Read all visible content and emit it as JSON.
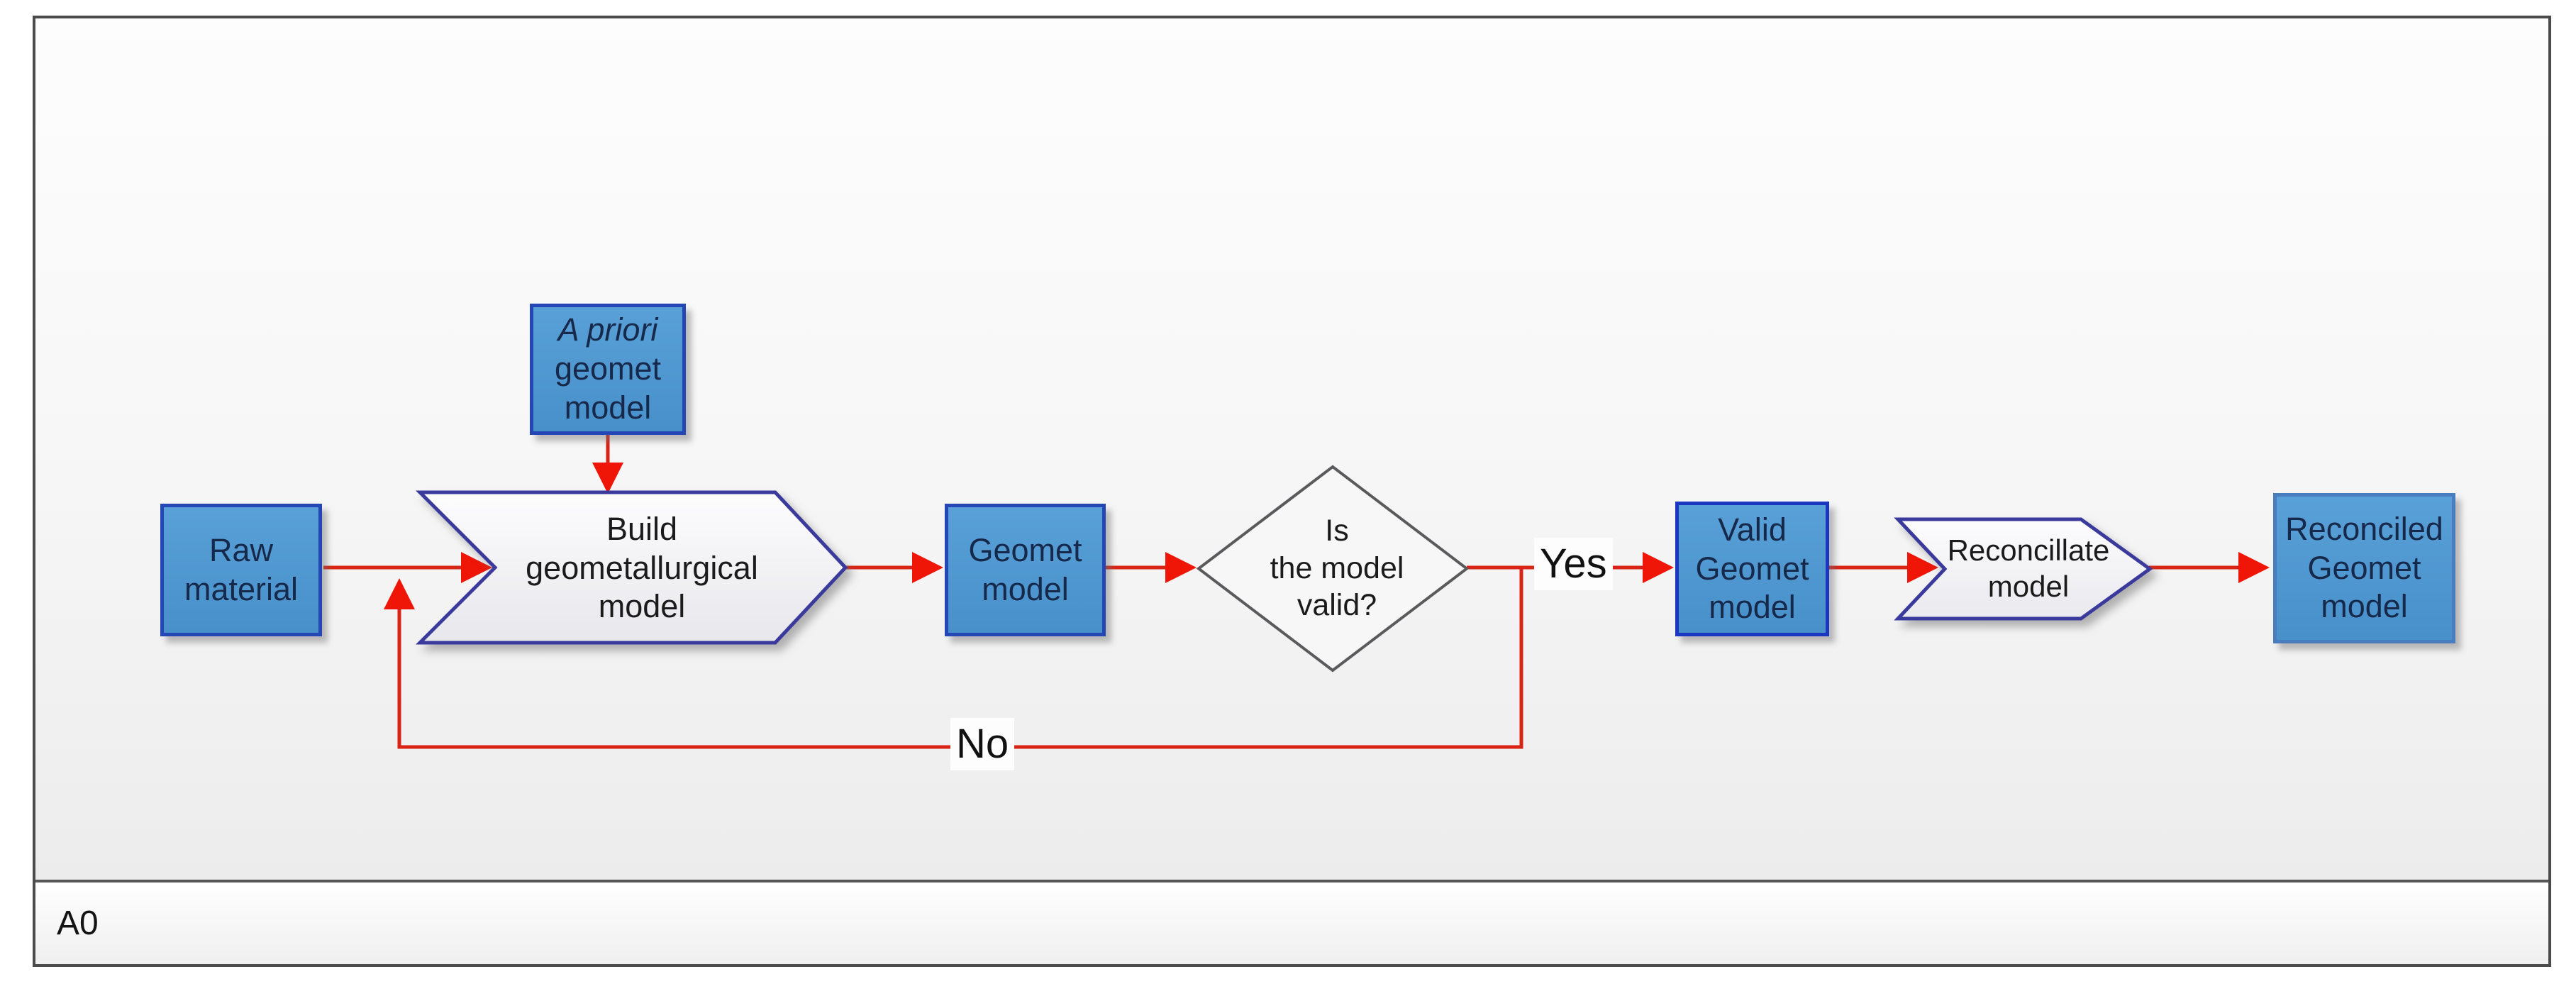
{
  "diagram": {
    "footer_label": "A0",
    "edge_labels": {
      "yes": "Yes",
      "no": "No"
    },
    "nodes": {
      "raw_material": {
        "type": "data-box",
        "lines": [
          "Raw",
          "material"
        ]
      },
      "a_priori_geomet_model": {
        "type": "data-box",
        "lines": [
          "A priori",
          "geomet",
          "model"
        ]
      },
      "build_geomet_model": {
        "type": "process-chevron",
        "lines": [
          "Build",
          "geometallurgical",
          "model"
        ]
      },
      "geomet_model": {
        "type": "data-box",
        "lines": [
          "Geomet",
          "model"
        ]
      },
      "model_valid_decision": {
        "type": "decision-diamond",
        "lines": [
          "Is",
          "the model",
          "valid?"
        ]
      },
      "valid_geomet_model": {
        "type": "data-box",
        "lines": [
          "Valid",
          "Geomet",
          "model"
        ]
      },
      "reconcillate_model": {
        "type": "process-chevron",
        "lines": [
          "Reconcillate",
          "model"
        ]
      },
      "reconciled_geomet_model": {
        "type": "data-box",
        "lines": [
          "Reconciled",
          "Geomet",
          "model"
        ]
      }
    },
    "connections": [
      {
        "from": "raw_material",
        "to": "build_geomet_model",
        "label": ""
      },
      {
        "from": "a_priori_geomet_model",
        "to": "build_geomet_model",
        "label": ""
      },
      {
        "from": "build_geomet_model",
        "to": "geomet_model",
        "label": ""
      },
      {
        "from": "geomet_model",
        "to": "model_valid_decision",
        "label": ""
      },
      {
        "from": "model_valid_decision",
        "to": "valid_geomet_model",
        "label": "Yes"
      },
      {
        "from": "model_valid_decision",
        "to": "build_geomet_model",
        "label": "No"
      },
      {
        "from": "valid_geomet_model",
        "to": "reconcillate_model",
        "label": ""
      },
      {
        "from": "reconcillate_model",
        "to": "reconciled_geomet_model",
        "label": ""
      }
    ],
    "colors": {
      "box_fill": "#4b96d2",
      "box_border": "#2547b5",
      "reconciled_box_border": "#4a7cc0",
      "chevron_border": "#3a3a9c",
      "diamond_border": "#5a5a5c",
      "arrow_red": "#e01a0c",
      "frame_border": "#4b4b4b",
      "box_text": "#16294a"
    }
  }
}
